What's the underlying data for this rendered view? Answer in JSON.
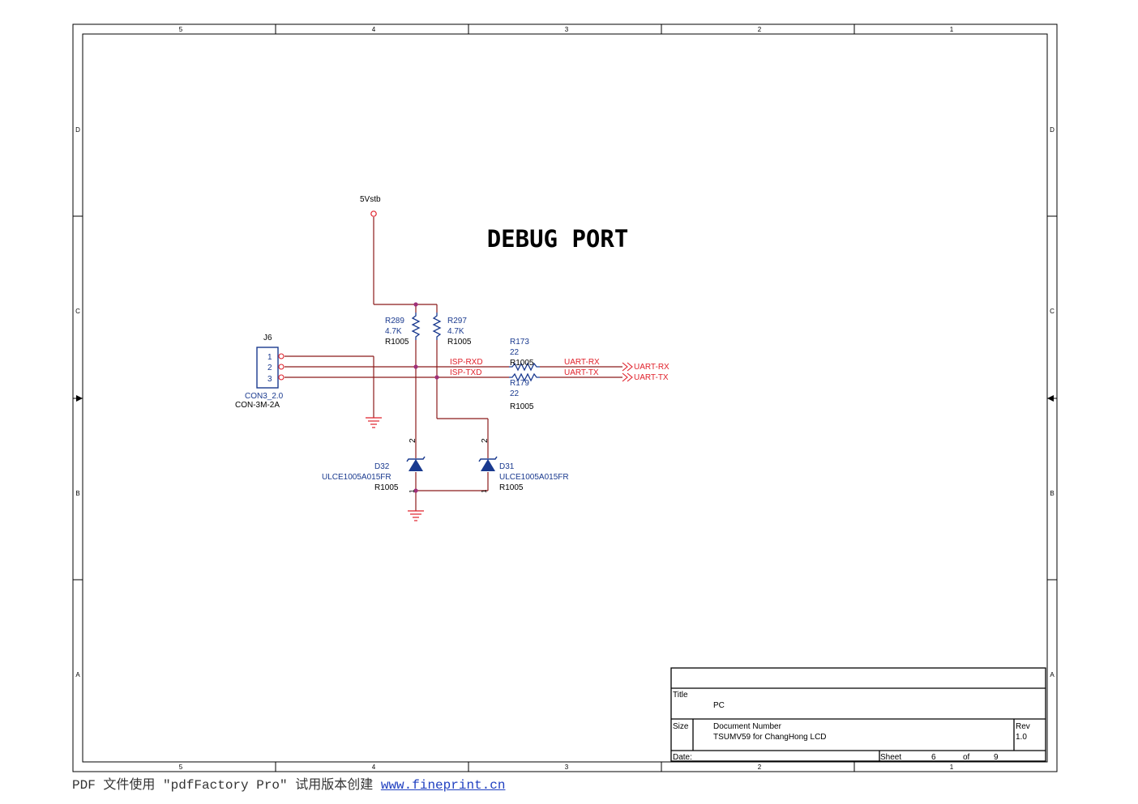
{
  "zones": {
    "columns": [
      "5",
      "4",
      "3",
      "2",
      "1"
    ],
    "rows": [
      "D",
      "C",
      "B",
      "A"
    ]
  },
  "heading": "DEBUG PORT",
  "power": {
    "label": "5Vstb"
  },
  "connector": {
    "ref": "J6",
    "pins": [
      "1",
      "2",
      "3"
    ],
    "value": "CON3_2.0",
    "footprint": "CON-3M-2A"
  },
  "resistors": [
    {
      "ref": "R289",
      "value": "4.7K",
      "footprint": "R1005"
    },
    {
      "ref": "R297",
      "value": "4.7K",
      "footprint": "R1005"
    },
    {
      "ref": "R173",
      "value": "22",
      "footprint": "R1005"
    },
    {
      "ref": "R179",
      "value": "22",
      "footprint": "R1005"
    }
  ],
  "diodes": [
    {
      "ref": "D32",
      "value": "ULCE1005A015FR",
      "footprint": "R1005",
      "pin_top": "2",
      "pin_bottom": "1"
    },
    {
      "ref": "D31",
      "value": "ULCE1005A015FR",
      "footprint": "R1005",
      "pin_top": "2",
      "pin_bottom": "1"
    }
  ],
  "nets": {
    "isp_rxd": "ISP-RXD",
    "isp_txd": "ISP-TXD",
    "uart_rx": "UART-RX",
    "uart_tx": "UART-TX"
  },
  "ports": {
    "uart_rx": "UART-RX",
    "uart_tx": "UART-TX"
  },
  "title_block": {
    "title_label": "Title",
    "title": "PC",
    "size_label": "Size",
    "doc_number_label": "Document Number",
    "doc_number": "TSUMV59 for ChangHong LCD",
    "rev_label": "Rev",
    "rev": "1.0",
    "date_label": "Date:",
    "sheet_label": "Sheet",
    "sheet": "6",
    "of_label": "of",
    "total": "9"
  },
  "footer": {
    "text": "PDF 文件使用 \"pdfFactory Pro\" 试用版本创建 ",
    "link": "www.fineprint.cn"
  },
  "colors": {
    "wire": "#8b1a1a",
    "net_label": "#e0202a",
    "component": "#1a3a8f",
    "junction": "#a0307a",
    "frame": "#000000"
  }
}
